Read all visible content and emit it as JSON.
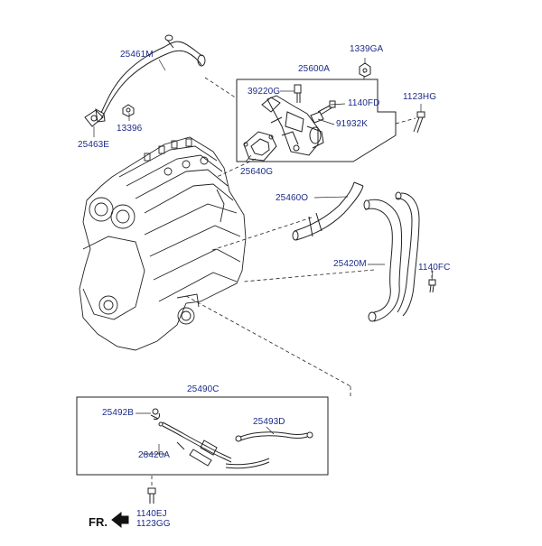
{
  "labels": {
    "p25461M": "25461M",
    "p1339GA": "1339GA",
    "p25600A": "25600A",
    "p39220G": "39220G",
    "p1140FD": "1140FD",
    "p1123HG": "1123HG",
    "p13396": "13396",
    "p91932K": "91932K",
    "p25463E": "25463E",
    "p25640G": "25640G",
    "p25460O": "25460O",
    "p25420M": "25420M",
    "p1140FC": "1140FC",
    "p25490C": "25490C",
    "p25492B": "25492B",
    "p25493D": "25493D",
    "p28420A": "28420A",
    "p1140EJ": "1140EJ",
    "p1123GG": "1123GG",
    "fr": "FR."
  },
  "colors": {
    "label_text": "#1d2c8a",
    "line": "#222222",
    "background": "#ffffff"
  }
}
